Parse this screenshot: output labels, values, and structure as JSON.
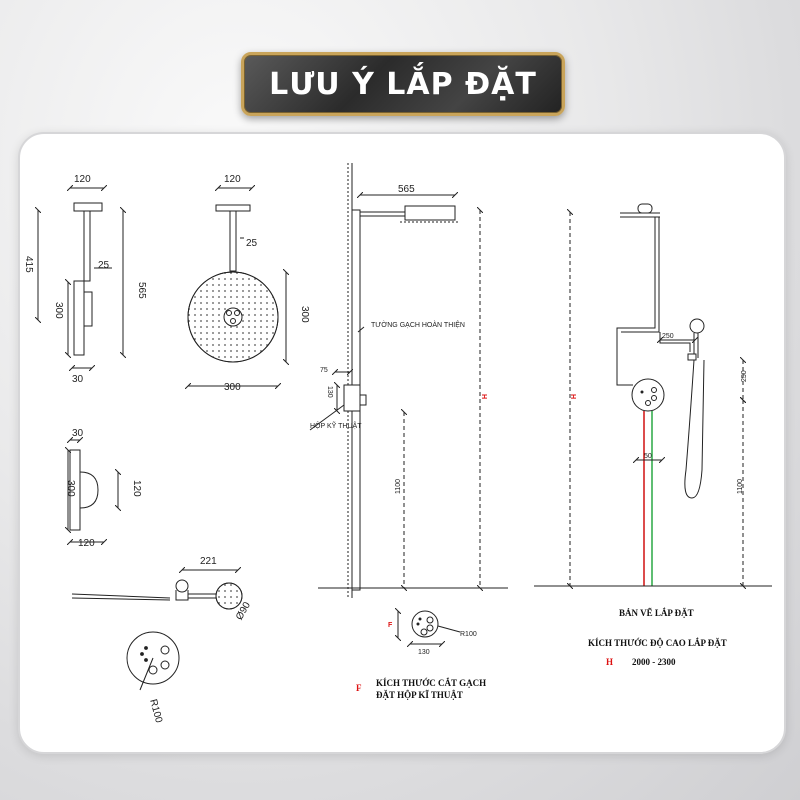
{
  "header": {
    "title": "LƯU Ý LẮP ĐẶT"
  },
  "dimensions": {
    "top_view_width": "120",
    "top_view_height_short": "415",
    "top_view_height_long": "565",
    "top_view_pipe": "25",
    "top_view_head": "300",
    "top_view_thickness": "30",
    "front_width": "120",
    "front_pipe": "25",
    "front_head_height": "300",
    "front_head_width": "300",
    "valve_thickness": "30",
    "valve_height": "300",
    "valve_side": "120",
    "valve_width": "120",
    "handshower_length": "221",
    "handshower_diameter": "Ø90",
    "valve_radius": "R100",
    "arm_length": "565",
    "tile_offset": "75",
    "box_height": "130",
    "box_label": "HỘP KỸ THUẬT",
    "wall_label": "TƯỜNG GẠCH HOÀN THIỆN",
    "height_marker": "H",
    "valve_height_floor": "1100",
    "valve_detail_width": "130",
    "valve_detail_radius": "R100",
    "valve_detail_marker": "F",
    "slide_offset": "250",
    "slide_height": "250",
    "valve_gap": "50",
    "right_height_floor": "1100",
    "right_height_marker": "H"
  },
  "notes": {
    "f_marker": "F",
    "f_line1": "KÍCH THƯỚC CẮT GẠCH",
    "f_line2": "ĐẶT HỘP KĨ THUẬT",
    "drawing_title": "BẢN VẼ LẮP ĐẶT",
    "height_title": "KÍCH THƯỚC ĐỘ CAO LẮP ĐẶT",
    "h_marker": "H",
    "h_range": "2000 - 2300"
  },
  "colors": {
    "badge_border": "#c9a45a",
    "line": "#222222",
    "red_pipe": "#d11111",
    "green_pipe": "#2aa845"
  }
}
